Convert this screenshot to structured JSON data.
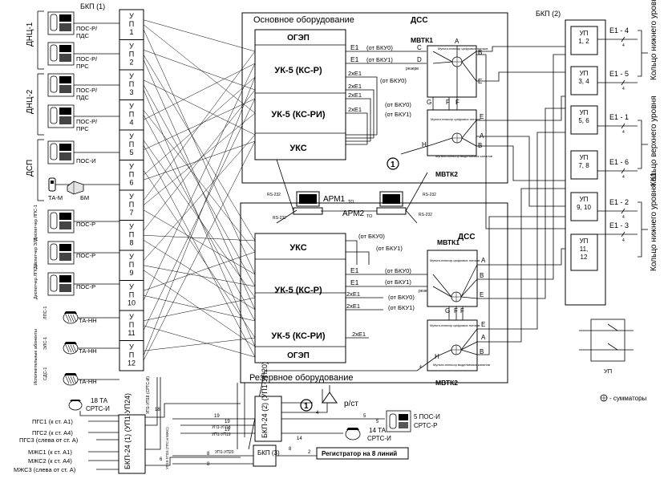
{
  "bkp1": {
    "title": "БКП (1)",
    "up_units": [
      {
        "a": "У",
        "b": "П",
        "n": "1"
      },
      {
        "a": "У",
        "b": "П",
        "n": "2"
      },
      {
        "a": "У",
        "b": "П",
        "n": "3"
      },
      {
        "a": "У",
        "b": "П",
        "n": "4"
      },
      {
        "a": "У",
        "b": "П",
        "n": "5"
      },
      {
        "a": "У",
        "b": "П",
        "n": "6"
      },
      {
        "a": "У",
        "b": "П",
        "n": "7"
      },
      {
        "a": "У",
        "b": "П",
        "n": "8"
      },
      {
        "a": "У",
        "b": "П",
        "n": "9"
      },
      {
        "a": "У",
        "b": "П",
        "n": "10"
      },
      {
        "a": "У",
        "b": "П",
        "n": "11"
      },
      {
        "a": "У",
        "b": "П",
        "n": "12"
      }
    ]
  },
  "left": {
    "groups": [
      "ДНЦ-1",
      "ДНЦ-2",
      "ДСП",
      "Диспетчер ЛПС-1",
      "Диспетчер ЭЛТ",
      "Диспетчер ЛПС-2",
      "Исполнительные абоненты"
    ],
    "sub": [
      "ЛПС-1",
      "ЭЛС-1",
      "СДС-1"
    ],
    "terminals": [
      {
        "l1": "ПОС-Р/",
        "l2": "ПДС"
      },
      {
        "l1": "ПОС-Р/",
        "l2": "ПРС"
      },
      {
        "l1": "ПОС-Р/",
        "l2": "ПДС"
      },
      {
        "l1": "ПОС-Р/",
        "l2": "ПРС"
      },
      {
        "l1": "ПОС-И",
        "l2": ""
      },
      {
        "l1": "ПОС-Р",
        "l2": ""
      },
      {
        "l1": "ПОС-Р",
        "l2": ""
      },
      {
        "l1": "ПОС-Р",
        "l2": ""
      },
      {
        "l1": "ТА-НН",
        "l2": ""
      },
      {
        "l1": "ТА-НН",
        "l2": ""
      },
      {
        "l1": "ТА-НН",
        "l2": ""
      }
    ],
    "ta_m": "ТА-М",
    "bm": "БМ"
  },
  "main_station": {
    "title": "Основное оборудование",
    "dss": "ДСС",
    "blocks": [
      "ОГЭП",
      "УК-5 (КС-Р)",
      "УК-5 (КС-РИ)",
      "УКС"
    ],
    "links": [
      "E1",
      "E1",
      "2xE1",
      "2xE1",
      "2xE1",
      "2xE1"
    ],
    "bku": [
      "(от БКУ0)",
      "(от БКУ1)",
      "(от БКУ0)",
      "(от БКУ0)",
      "(от БКУ1)"
    ],
    "rezerv": "резерв",
    "mvtk1": "МВТК1",
    "mvtk2": "МВТК2",
    "mux1": "Мульти-плексор цифровых потоков",
    "mux2": "Мульти-плексор выделяемых каналов",
    "ports": [
      "A",
      "B",
      "C",
      "D",
      "E",
      "F",
      "G",
      "H"
    ]
  },
  "reserve_station": {
    "title": "Резервное оборудование",
    "dss": "ДСС",
    "blocks": [
      "УКС",
      "УК-5 (КС-Р)",
      "УК-5 (КС-РИ)",
      "ОГЭП"
    ],
    "links": [
      "E1",
      "E1",
      "2xE1",
      "2xE1",
      "2xE1"
    ],
    "bku": [
      "(от БКУ0)",
      "(от БКУ1)",
      "(от БКУ0)",
      "(от БКУ1)",
      "(от БКУ0)",
      "(от БКУ1)"
    ],
    "rezerv": "резерв",
    "mvtk1": "МВТК1",
    "mvtk2": "МВТК2"
  },
  "arm": {
    "arm1": "АРМ1",
    "arm2": "АРМ2",
    "to": "ТО",
    "rs232": "RS-232"
  },
  "bkp2": {
    "title": "БКП (2)",
    "units": [
      {
        "a": "УП",
        "b": "1, 2"
      },
      {
        "a": "УП",
        "b": "3, 4"
      },
      {
        "a": "УП",
        "b": "5, 6"
      },
      {
        "a": "УП",
        "b": "7, 8"
      },
      {
        "a": "УП",
        "b": "9, 10"
      },
      {
        "a": "УП",
        "b": "11,",
        "c": "12"
      }
    ],
    "e1": [
      "E1 - 4",
      "E1 - 5",
      "E1 - 1",
      "E1 - 6",
      "E1 - 2",
      "E1 - 3"
    ],
    "four": "4"
  },
  "rings": [
    "Кольцо нижнего уровня К2",
    "Кольцо верхнего уровня",
    "Кольцо нижнего уровня К1"
  ],
  "legend": {
    "up": "УП",
    "sum": "- сумматоры"
  },
  "bottom": {
    "ta18": "18 ТА",
    "srts_i": "СРТС-И",
    "pgs": [
      "ПГС1 (к ст. А1)",
      "ПГС2 (к ст. А4)",
      "ПГС3 (слева от ст. А)"
    ],
    "mzhs": [
      "МЖС1 (к ст. А1)",
      "МЖС2 (к ст. А4)",
      "МЖС3 (слева от ст. А)"
    ],
    "bkp24_1": "БКП-24 (1) (УП1-УП24)",
    "bkp24_2": "БКП-24 (2) (УП1-УП20)",
    "bkp3": "БКП (3)",
    "up_labels": [
      "УП1-УП18 (СРТС-И)",
      "УП19-УП24 (ПГС и МЖС)",
      "УП1-УП18",
      "УП1-УП19",
      "УП1-УП20"
    ],
    "nums": [
      "18",
      "19",
      "19",
      "19",
      "6",
      "8",
      "8",
      "14",
      "5",
      "5",
      "4",
      "8",
      "2"
    ],
    "radio": "р/ст",
    "pos5": "5 ПОС-И",
    "srts_r": "СРТС-Р",
    "ta14": "14 ТА",
    "srts_i2": "СРТС-И",
    "registrator": "Регистратор на 8 линий",
    "circle1": "1"
  }
}
